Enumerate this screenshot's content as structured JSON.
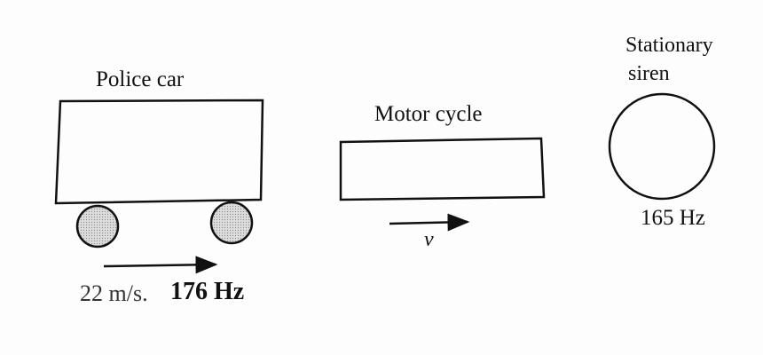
{
  "police_car": {
    "label": "Police car",
    "speed_text": "22 m/s.",
    "frequency_text": "176 Hz"
  },
  "motorcycle": {
    "label": "Motor cycle",
    "velocity_symbol": "v"
  },
  "siren": {
    "label_line1": "Stationary",
    "label_line2": "siren",
    "frequency_text": "165 Hz"
  },
  "colors": {
    "ink": "#111111",
    "wheel_fill": "#d6d6d6",
    "background": "#fdfdfd"
  }
}
